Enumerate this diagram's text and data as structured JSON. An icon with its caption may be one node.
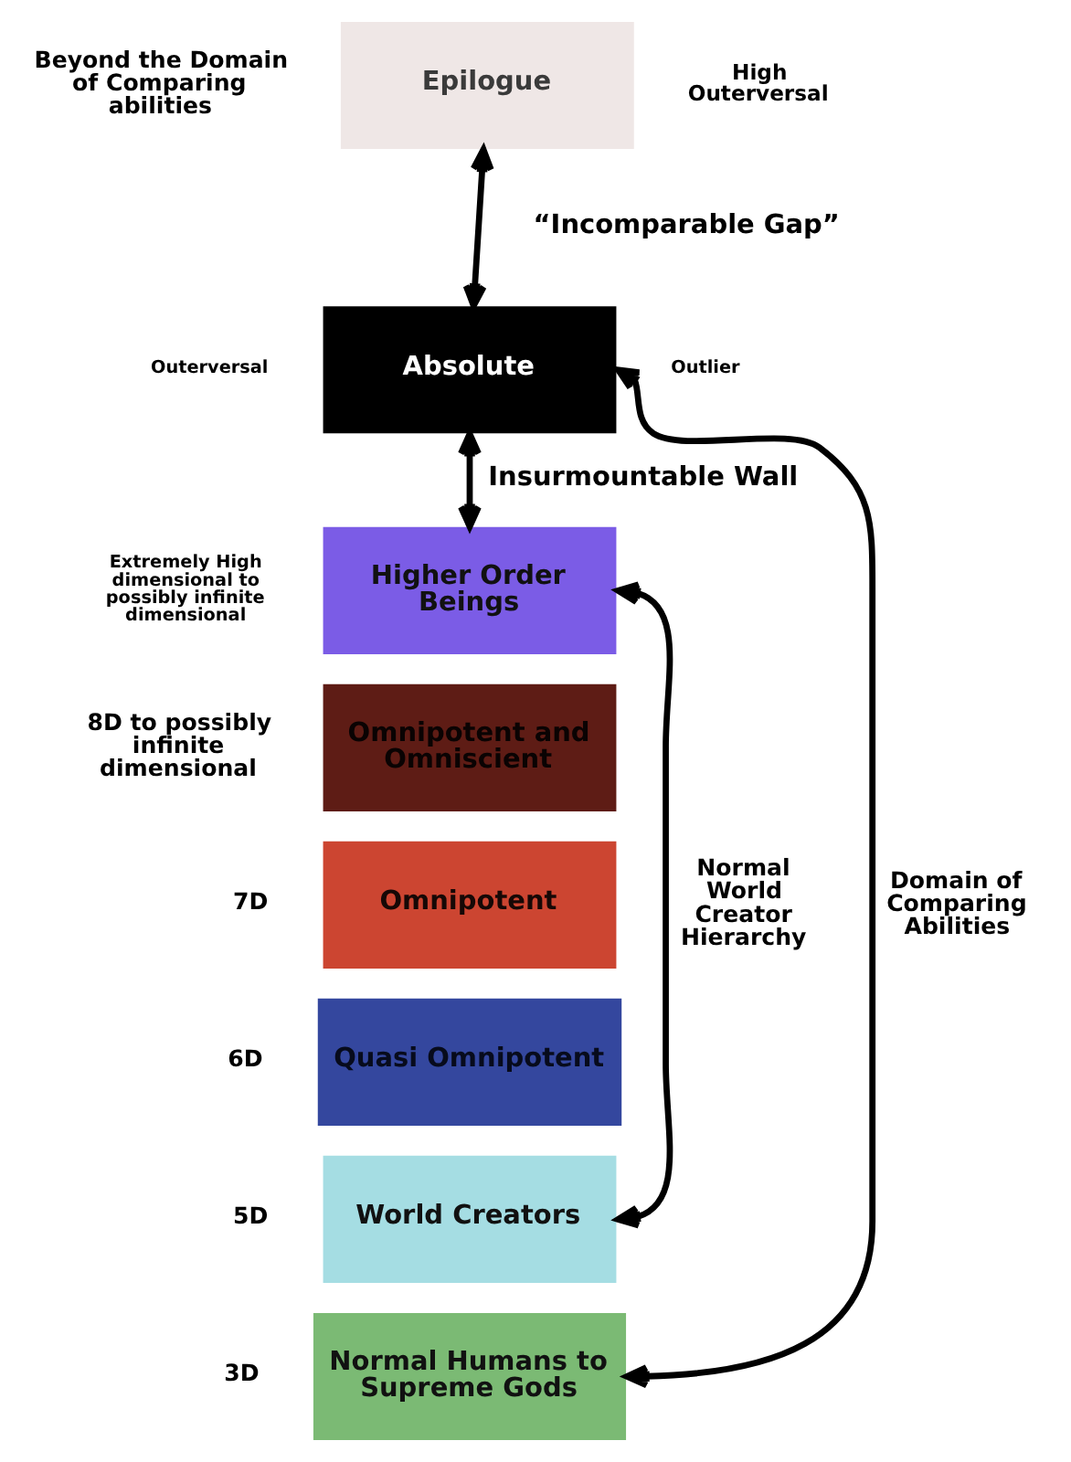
{
  "diagram": {
    "nodes": [
      {
        "text": [
          "Epilogue"
        ],
        "beside": [
          "Beyond the Domain of Comparing abilities",
          "High Outerversal"
        ]
      },
      {
        "text": [
          "Absolute"
        ],
        "beside": [
          "Outerversal",
          "Outlier"
        ]
      },
      {
        "text": [
          "Higher Order Beings"
        ],
        "beside": [
          "Extremely High dimensional to possibly infinite dimensional"
        ]
      },
      {
        "text": [
          "Omnipotent and Omniscient"
        ],
        "beside": [
          "8D to possibly infinite dimensional"
        ]
      },
      {
        "text": [
          "Omnipotent"
        ],
        "beside": [
          "7D"
        ]
      },
      {
        "text": [
          "Quasi Omnipotent"
        ],
        "beside": [
          "6D"
        ]
      },
      {
        "text": [
          "World Creators"
        ],
        "beside": [
          "5D"
        ]
      },
      {
        "text": [
          "Normal Humans to Supreme Gods"
        ],
        "beside": [
          "3D"
        ]
      }
    ],
    "edges": [
      {
        "from": 0,
        "to": 1,
        "arrow": "both",
        "label": "“Incomparable Gap”"
      },
      {
        "from": 1,
        "to": 2,
        "arrow": "both",
        "label": "Insurmountable Wall"
      },
      {
        "from": 2,
        "to": 6,
        "arrow": "both",
        "label": "Normal World Creator Hierarchy"
      },
      {
        "from": 1,
        "to": 7,
        "arrow": "both",
        "label": "Domain of Comparing Abilities"
      }
    ]
  }
}
